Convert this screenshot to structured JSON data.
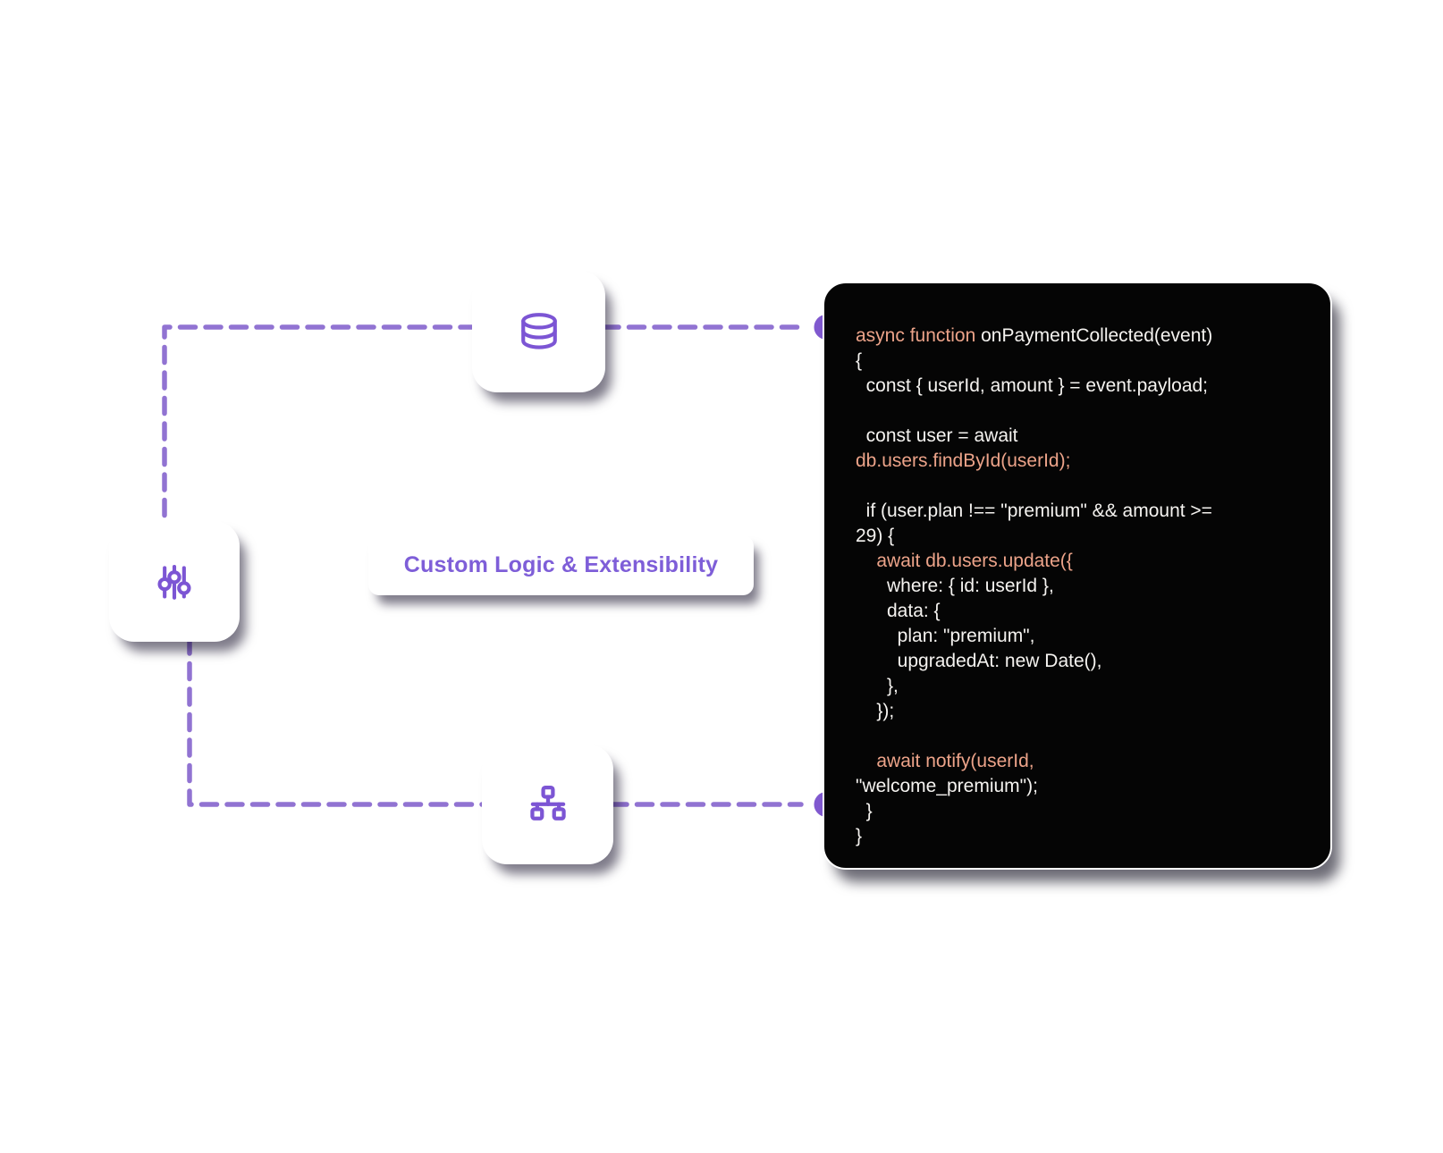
{
  "colors": {
    "page-bg": "#ffffff",
    "card-bg": "#ffffff",
    "accent": "#7c55d4",
    "dash": "#9173d2",
    "arrow": "#8059cf",
    "label-color": "#7e5ed8",
    "panel-bg": "#050505",
    "panel-border": "#ffffff",
    "code-plain": "#f5f3f0",
    "code-keyword": "#eca389"
  },
  "label": {
    "text": "Custom Logic & Extensibility"
  },
  "cards": [
    {
      "id": "database",
      "icon": "database-icon"
    },
    {
      "id": "sliders",
      "icon": "sliders-icon"
    },
    {
      "id": "network",
      "icon": "network-icon"
    }
  ],
  "code_panel": {
    "lines": [
      [
        {
          "c": "keyword",
          "t": "async function "
        },
        {
          "c": "plain",
          "t": "onPaymentCollected(event)"
        }
      ],
      [
        {
          "c": "plain",
          "t": "{"
        }
      ],
      [
        {
          "c": "plain",
          "t": "  const { userId, amount } = event.payload;"
        }
      ],
      [],
      [
        {
          "c": "plain",
          "t": "  const user = await"
        }
      ],
      [
        {
          "c": "keyword",
          "t": "db.users.findById(userId);"
        }
      ],
      [],
      [
        {
          "c": "plain",
          "t": "  if (user.plan !== \"premium\" && amount >="
        }
      ],
      [
        {
          "c": "plain",
          "t": "29) {"
        }
      ],
      [
        {
          "c": "plain",
          "t": "    "
        },
        {
          "c": "keyword",
          "t": "await db.users.update({"
        }
      ],
      [
        {
          "c": "plain",
          "t": "      where: { id: userId },"
        }
      ],
      [
        {
          "c": "plain",
          "t": "      data: {"
        }
      ],
      [
        {
          "c": "plain",
          "t": "        plan: \"premium\","
        }
      ],
      [
        {
          "c": "plain",
          "t": "        upgradedAt: new Date(),"
        }
      ],
      [
        {
          "c": "plain",
          "t": "      },"
        }
      ],
      [
        {
          "c": "plain",
          "t": "    });"
        }
      ],
      [],
      [
        {
          "c": "plain",
          "t": "    "
        },
        {
          "c": "keyword",
          "t": "await notify(userId,"
        }
      ],
      [
        {
          "c": "plain",
          "t": "\"welcome_premium\");"
        }
      ],
      [
        {
          "c": "plain",
          "t": "  }"
        }
      ],
      [
        {
          "c": "plain",
          "t": "}"
        }
      ]
    ]
  }
}
